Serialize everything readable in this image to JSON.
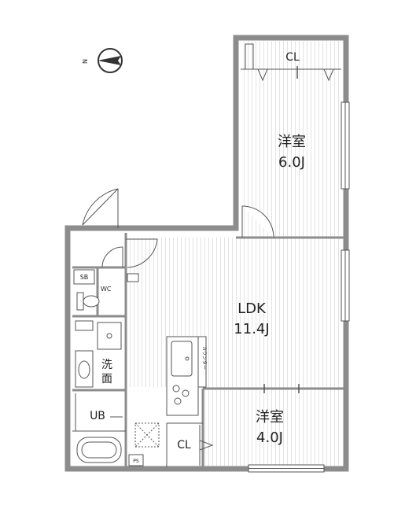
{
  "compass": {
    "label": "N"
  },
  "rooms": {
    "bedroom_upper": {
      "name": "洋室",
      "size": "6.0J"
    },
    "ldk": {
      "name": "LDK",
      "size": "11.4J"
    },
    "bedroom_lower": {
      "name": "洋室",
      "size": "4.0J"
    }
  },
  "closets": {
    "upper": "CL",
    "lower": "CL"
  },
  "utilities": {
    "shoe_box": "SB",
    "toilet": "WC",
    "washroom": "洗\n面",
    "washroom_line1": "洗",
    "washroom_line2": "面",
    "unit_bath": "UB",
    "pipe_space": "PS",
    "counter": "カウンター"
  },
  "colors": {
    "wall": "#8c8c8c",
    "floor_line": "#e3e3e3",
    "ink": "#333333"
  }
}
